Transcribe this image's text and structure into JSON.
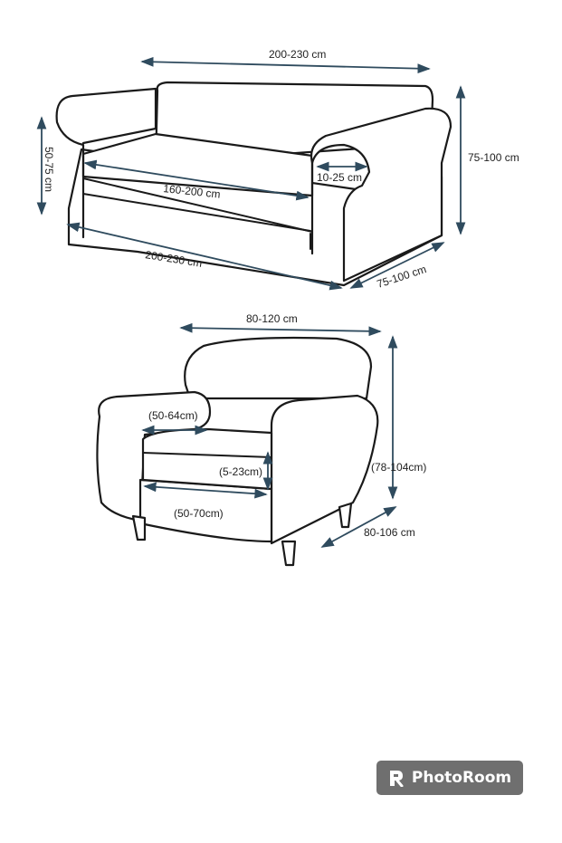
{
  "sofa": {
    "width_top": "200-230 cm",
    "height_total": "75-100 cm",
    "arm_height": "50-75 cm",
    "seat_width": "160-200 cm",
    "arm_width": "10-25 cm",
    "width_bottom": "200-230 cm",
    "depth": "75-100 cm"
  },
  "armchair": {
    "width": "80-120 cm",
    "seat_depth": "(50-64cm)",
    "cushion_thickness": "(5-23cm)",
    "seat_width": "(50-70cm)",
    "height": "(78-104cm)",
    "depth": "80-106 cm"
  },
  "watermark": {
    "label": "PhotoRoom"
  },
  "colors": {
    "arrow": "#2f4b5e",
    "badge": "#6f6f6f"
  }
}
